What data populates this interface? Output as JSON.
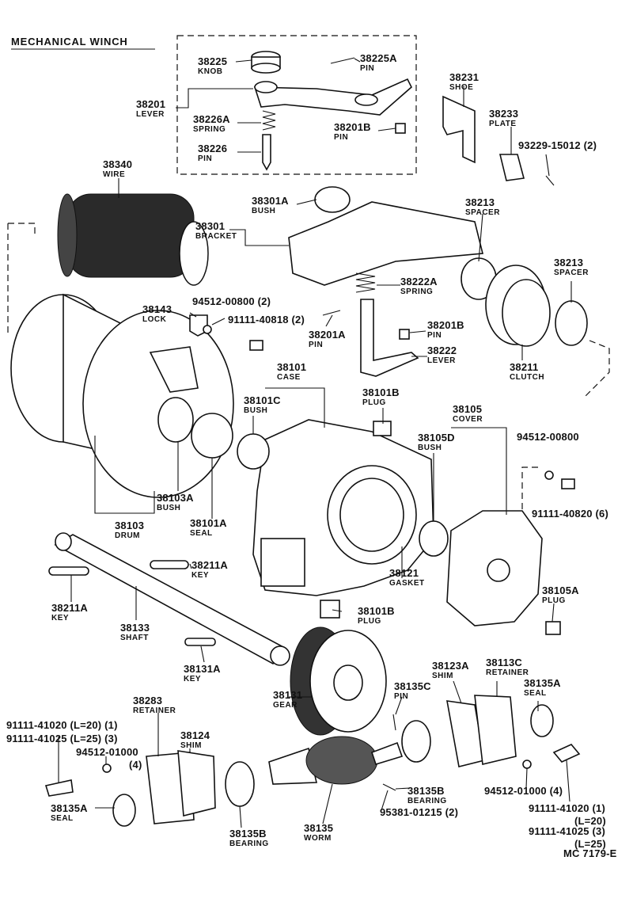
{
  "title": "MECHANICAL WINCH",
  "code": "MC  7179-E",
  "parts": [
    {
      "n": "38225",
      "l": "KNOB"
    },
    {
      "n": "38225A",
      "l": "PIN"
    },
    {
      "n": "38201",
      "l": "LEVER"
    },
    {
      "n": "38226A",
      "l": "SPRING"
    },
    {
      "n": "38226",
      "l": "PIN"
    },
    {
      "n": "38201B",
      "l": "PIN"
    },
    {
      "n": "38231",
      "l": "SHOE"
    },
    {
      "n": "38233",
      "l": "PLATE"
    },
    {
      "n": "93229-15012 (2)",
      "l": ""
    },
    {
      "n": "38340",
      "l": "WIRE"
    },
    {
      "n": "38301A",
      "l": "BUSH"
    },
    {
      "n": "38301",
      "l": "BRACKET"
    },
    {
      "n": "38213",
      "l": "SPACER"
    },
    {
      "n": "38213",
      "l": "SPACER"
    },
    {
      "n": "38222A",
      "l": "SPRING"
    },
    {
      "n": "94512-00800 (2)",
      "l": ""
    },
    {
      "n": "38143",
      "l": "LOCK"
    },
    {
      "n": "91111-40818 (2)",
      "l": ""
    },
    {
      "n": "38201A",
      "l": "PIN"
    },
    {
      "n": "38201B",
      "l": "PIN"
    },
    {
      "n": "38222",
      "l": "LEVER"
    },
    {
      "n": "38211",
      "l": "CLUTCH"
    },
    {
      "n": "38101",
      "l": "CASE"
    },
    {
      "n": "38101B",
      "l": "PLUG"
    },
    {
      "n": "38101C",
      "l": "BUSH"
    },
    {
      "n": "38105",
      "l": "COVER"
    },
    {
      "n": "38105D",
      "l": "BUSH"
    },
    {
      "n": "94512-00800",
      "l": ""
    },
    {
      "n": "91111-40820 (6)",
      "l": ""
    },
    {
      "n": "38103A",
      "l": "BUSH"
    },
    {
      "n": "38103",
      "l": "DRUM"
    },
    {
      "n": "38101A",
      "l": "SEAL"
    },
    {
      "n": "38211A",
      "l": "KEY"
    },
    {
      "n": "38121",
      "l": "GASKET"
    },
    {
      "n": "38105A",
      "l": "PLUG"
    },
    {
      "n": "38211A",
      "l": "KEY"
    },
    {
      "n": "38133",
      "l": "SHAFT"
    },
    {
      "n": "38101B",
      "l": "PLUG"
    },
    {
      "n": "38131A",
      "l": "KEY"
    },
    {
      "n": "38123A",
      "l": "SHIM"
    },
    {
      "n": "38113C",
      "l": "RETAINER"
    },
    {
      "n": "38135C",
      "l": "PIN"
    },
    {
      "n": "38135A",
      "l": "SEAL"
    },
    {
      "n": "38283",
      "l": "RETAINER"
    },
    {
      "n": "38131",
      "l": "GEAR"
    },
    {
      "n": "91111-41020 (L=20) (1)",
      "l": ""
    },
    {
      "n": "91111-41025 (L=25) (3)",
      "l": ""
    },
    {
      "n": "94512-01000",
      "l": ""
    },
    {
      "n": "(4)",
      "l": ""
    },
    {
      "n": "38124",
      "l": "SHIM"
    },
    {
      "n": "38135A",
      "l": "SEAL"
    },
    {
      "n": "38135B",
      "l": "BEARING"
    },
    {
      "n": "38135",
      "l": "WORM"
    },
    {
      "n": "38135B",
      "l": "BEARING"
    },
    {
      "n": "95381-01215 (2)",
      "l": ""
    },
    {
      "n": "94512-01000 (4)",
      "l": ""
    },
    {
      "n": "91111-41020 (1)",
      "l": ""
    },
    {
      "n": "(L=20)",
      "l": ""
    },
    {
      "n": "91111-41025 (3)",
      "l": ""
    },
    {
      "n": "(L=25)",
      "l": ""
    }
  ]
}
